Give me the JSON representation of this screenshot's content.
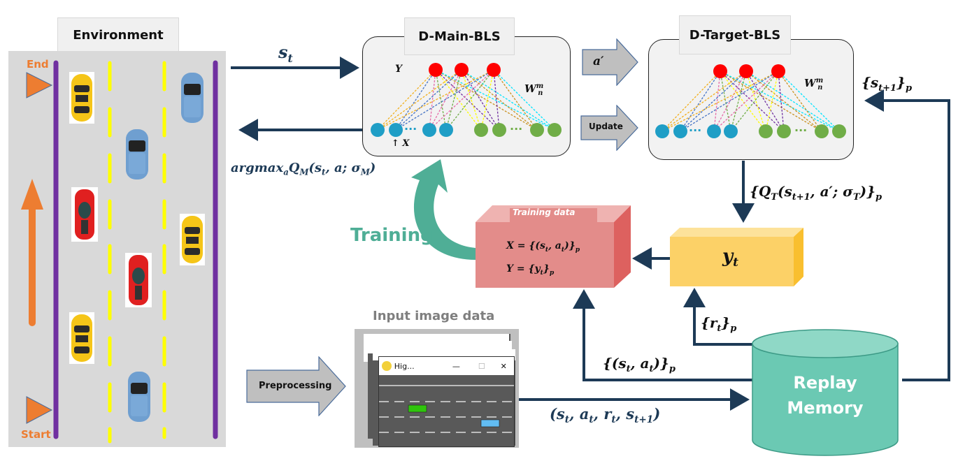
{
  "environment": {
    "title": "Environment",
    "end_label": "End",
    "start_label": "Start",
    "colors": {
      "road": "#d9d9d9",
      "lane_border": "#7030a0",
      "lane_dash": "#ffff00",
      "marker": "#ed7d31"
    },
    "cars": [
      {
        "color": "yellow",
        "lane": 1,
        "row": 1
      },
      {
        "color": "blue",
        "lane": 3,
        "row": 1
      },
      {
        "color": "blue",
        "lane": 2,
        "row": 2
      },
      {
        "color": "red",
        "lane": 1,
        "row": 3
      },
      {
        "color": "yellow",
        "lane": 3,
        "row": 4
      },
      {
        "color": "red",
        "lane": 2,
        "row": 5
      },
      {
        "color": "yellow",
        "lane": 1,
        "row": 6
      },
      {
        "color": "blue",
        "lane": 2,
        "row": 7
      }
    ]
  },
  "main_bls": {
    "title": "D-Main-BLS",
    "output_label": "Y",
    "input_label": "X",
    "weight_label": "W",
    "weight_sup": "m",
    "weight_sub": "n"
  },
  "target_bls": {
    "title": "D-Target-BLS",
    "weight_label": "W",
    "weight_sup": "m",
    "weight_sub": "n"
  },
  "arrows": {
    "state_in": "s_t",
    "action_out": "argmax_a Q_M(s_t, a; σ_M)",
    "a_prime": "a′",
    "update": "Update",
    "next_state": "{s_{t+1}}_p",
    "q_target": "{Q_T(s_{t+1}, a′; σ_T)}_p",
    "reward": "{r_t}_p",
    "state_action": "{(s_t, a_t)}_p",
    "transition": "(s_t, a_t, r_t, s_{t+1})",
    "preprocessing": "Preprocessing"
  },
  "training": {
    "label": "Training",
    "box_title": "Training data",
    "x_eq": "X = {(s_t, a_t)}_p",
    "y_eq": "Y = {y_t}_p"
  },
  "target_value": {
    "label": "y_t"
  },
  "replay_memory": {
    "line1": "Replay",
    "line2": "Memory"
  },
  "input_image": {
    "title": "Input image data",
    "window_title": "Hig...",
    "window_controls": [
      "—",
      "☐",
      "✕"
    ]
  },
  "colors": {
    "arrow": "#1d3a56",
    "training_teal": "#4fae96",
    "replay_fill": "#6bc9b3",
    "training_box": "#e38c8a",
    "target_box": "#fcd167",
    "node_red": "#ff0000",
    "node_blue": "#1f9ec6",
    "node_green": "#70ad47"
  }
}
